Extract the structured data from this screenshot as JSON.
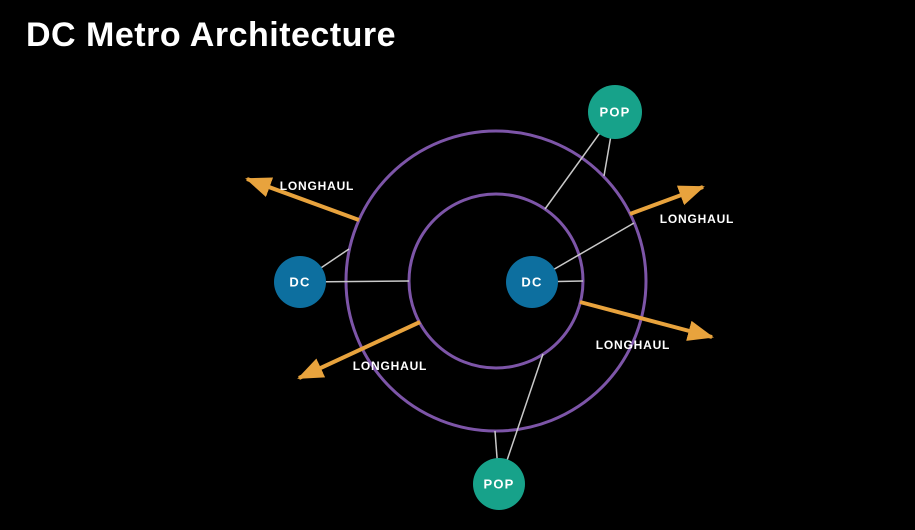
{
  "title": "DC Metro Architecture",
  "diagram": {
    "rings": {
      "count": 2,
      "description": "concentric metro rings"
    },
    "nodes": [
      {
        "id": "dc-center",
        "label": "DC",
        "type": "dc"
      },
      {
        "id": "dc-left",
        "label": "DC",
        "type": "dc"
      },
      {
        "id": "pop-top",
        "label": "POP",
        "type": "pop"
      },
      {
        "id": "pop-bottom",
        "label": "POP",
        "type": "pop"
      }
    ],
    "arrows": [
      {
        "id": "longhaul-upper-left",
        "label": "LONGHAUL",
        "direction": "upper-left"
      },
      {
        "id": "longhaul-upper-right",
        "label": "LONGHAUL",
        "direction": "upper-right"
      },
      {
        "id": "longhaul-lower-right",
        "label": "LONGHAUL",
        "direction": "lower-right"
      },
      {
        "id": "longhaul-lower-left",
        "label": "LONGHAUL",
        "direction": "lower-left"
      }
    ],
    "colors": {
      "background": "#000000",
      "ring": "#7d55a8",
      "dc_node": "#0d6f9f",
      "pop_node": "#17a28a",
      "connector": "#c9c9c9",
      "longhaul": "#e8a33d",
      "text": "#ffffff"
    }
  }
}
